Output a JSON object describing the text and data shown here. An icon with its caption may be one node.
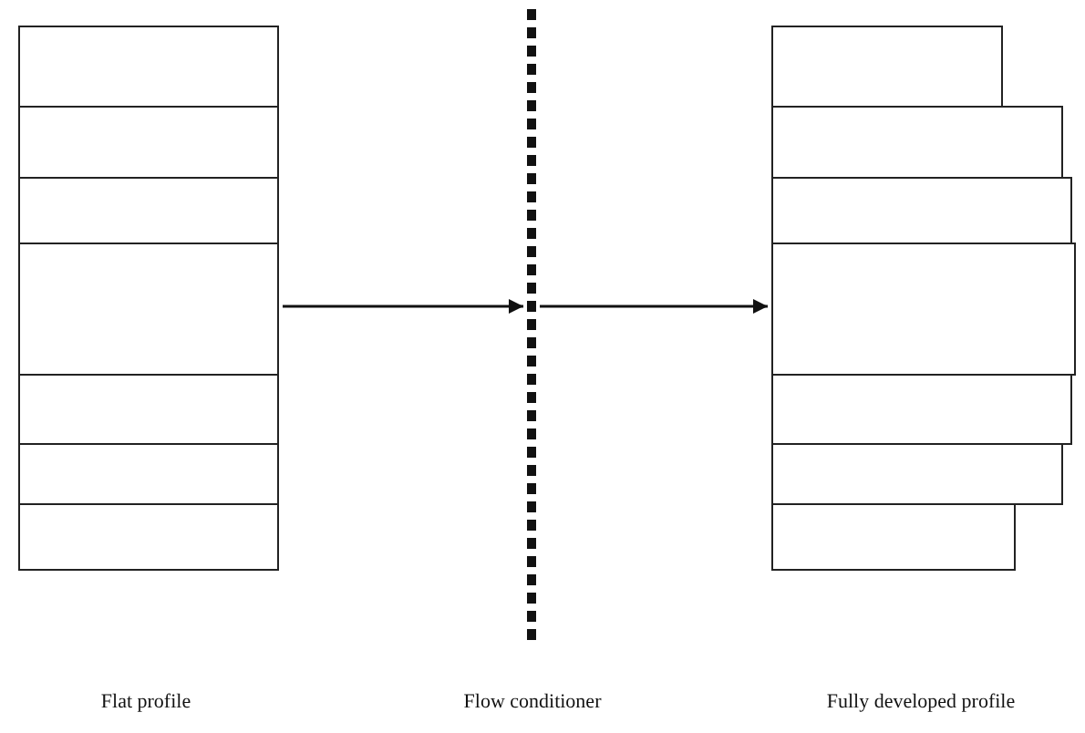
{
  "diagram": {
    "nodes": [
      {
        "text": [],
        "shape": "box"
      },
      {
        "text": [],
        "shape": "line"
      },
      {
        "text": [],
        "shape": "box"
      }
    ],
    "edges": [
      {
        "from": 0,
        "to": 1,
        "arrow": "to"
      },
      {
        "from": 1,
        "to": 2,
        "arrow": "to"
      }
    ],
    "labels": [
      "Flat profile",
      "Flow conditioner",
      "Fully developed profile"
    ]
  }
}
